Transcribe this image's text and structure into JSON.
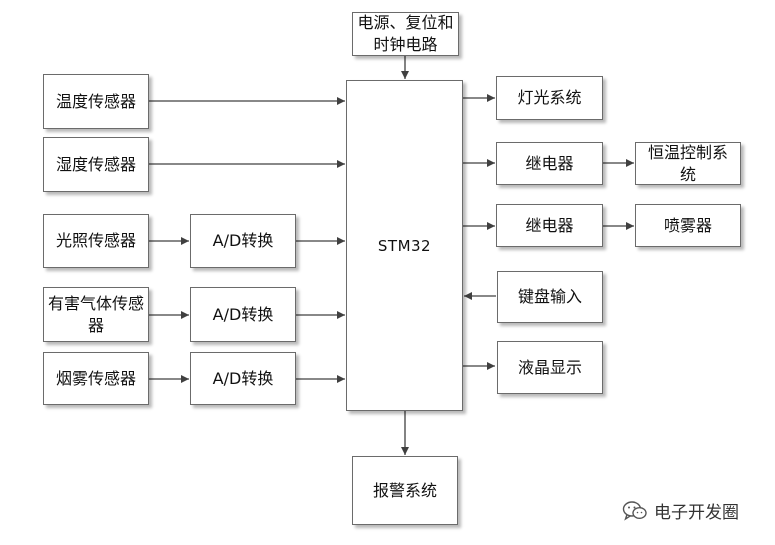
{
  "nodes": {
    "power": "电源、复位和时钟电路",
    "mcu": "STM32",
    "alarm": "报警系统",
    "temp_sensor": "温度传感器",
    "humidity_sensor": "湿度传感器",
    "light_sensor": "光照传感器",
    "gas_sensor": "有害气体传感器",
    "smoke_sensor": "烟雾传感器",
    "adc_1": "A/D转换",
    "adc_2": "A/D转换",
    "adc_3": "A/D转换",
    "lighting": "灯光系统",
    "relay_1": "继电器",
    "thermostat": "恒温控制系统",
    "relay_2": "继电器",
    "sprayer": "喷雾器",
    "keyboard": "键盘输入",
    "lcd": "液晶显示"
  },
  "watermark": {
    "text": "电子开发圈",
    "icon": "wechat-icon"
  },
  "colors": {
    "line": "#404040",
    "border": "#6b6b6b",
    "text": "#111111"
  }
}
